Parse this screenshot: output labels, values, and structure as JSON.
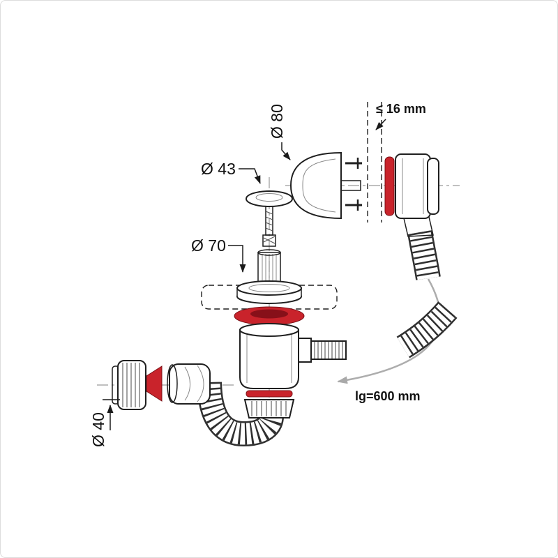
{
  "figure": {
    "labels": {
      "dia_80": "Ø 80",
      "dia_43": "Ø 43",
      "dia_70": "Ø 70",
      "dia_40": "Ø 40",
      "wall_thickness_max": "≤ 16 mm",
      "hose_length": "lg=600 mm"
    },
    "colors": {
      "outline": "#1f1f1f",
      "gasket_red": "#c9232b",
      "gasket_red_dark": "#871019",
      "centerline": "#9a9a9a",
      "guide": "#adadad",
      "background": "#ffffff"
    }
  }
}
